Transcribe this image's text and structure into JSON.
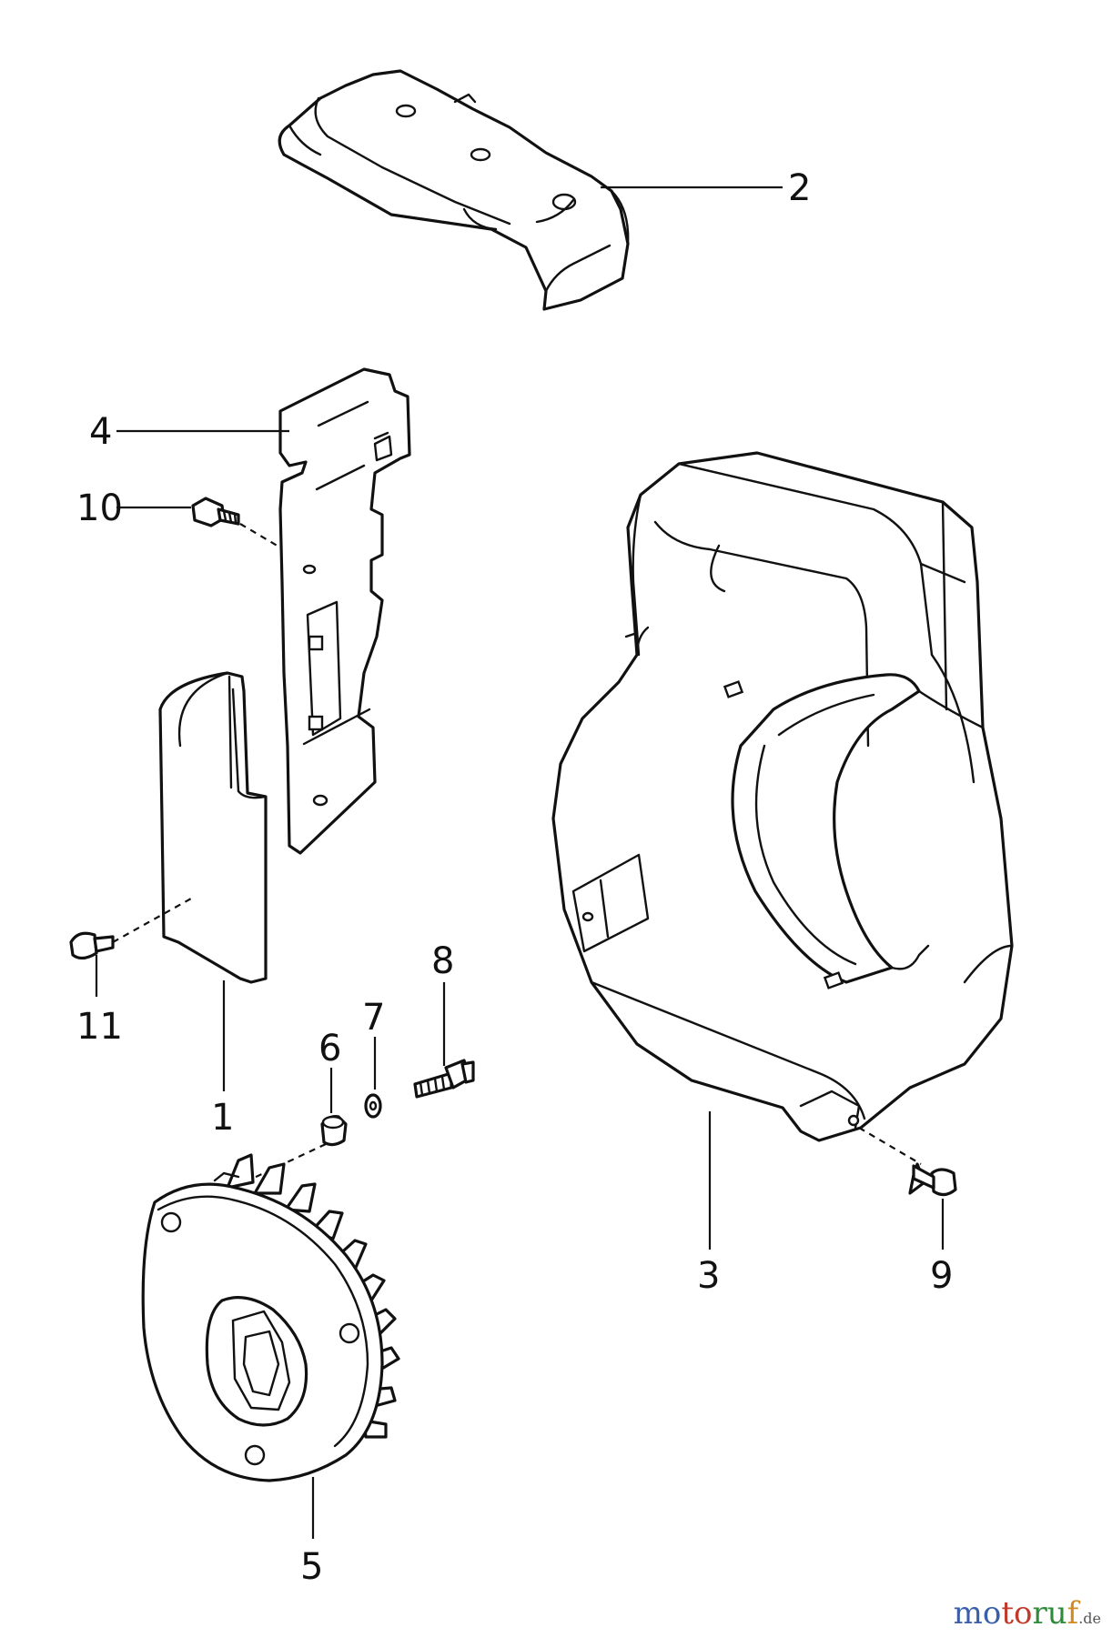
{
  "callouts": [
    {
      "id": "1",
      "label": "1"
    },
    {
      "id": "2",
      "label": "2"
    },
    {
      "id": "3",
      "label": "3"
    },
    {
      "id": "4",
      "label": "4"
    },
    {
      "id": "5",
      "label": "5"
    },
    {
      "id": "6",
      "label": "6"
    },
    {
      "id": "7",
      "label": "7"
    },
    {
      "id": "8",
      "label": "8"
    },
    {
      "id": "9",
      "label": "9"
    },
    {
      "id": "10",
      "label": "10"
    },
    {
      "id": "11",
      "label": "11"
    }
  ],
  "watermark": {
    "part1": "mo",
    "part2": "to",
    "part3": "ru",
    "part4": "f",
    "tld": ".de"
  }
}
